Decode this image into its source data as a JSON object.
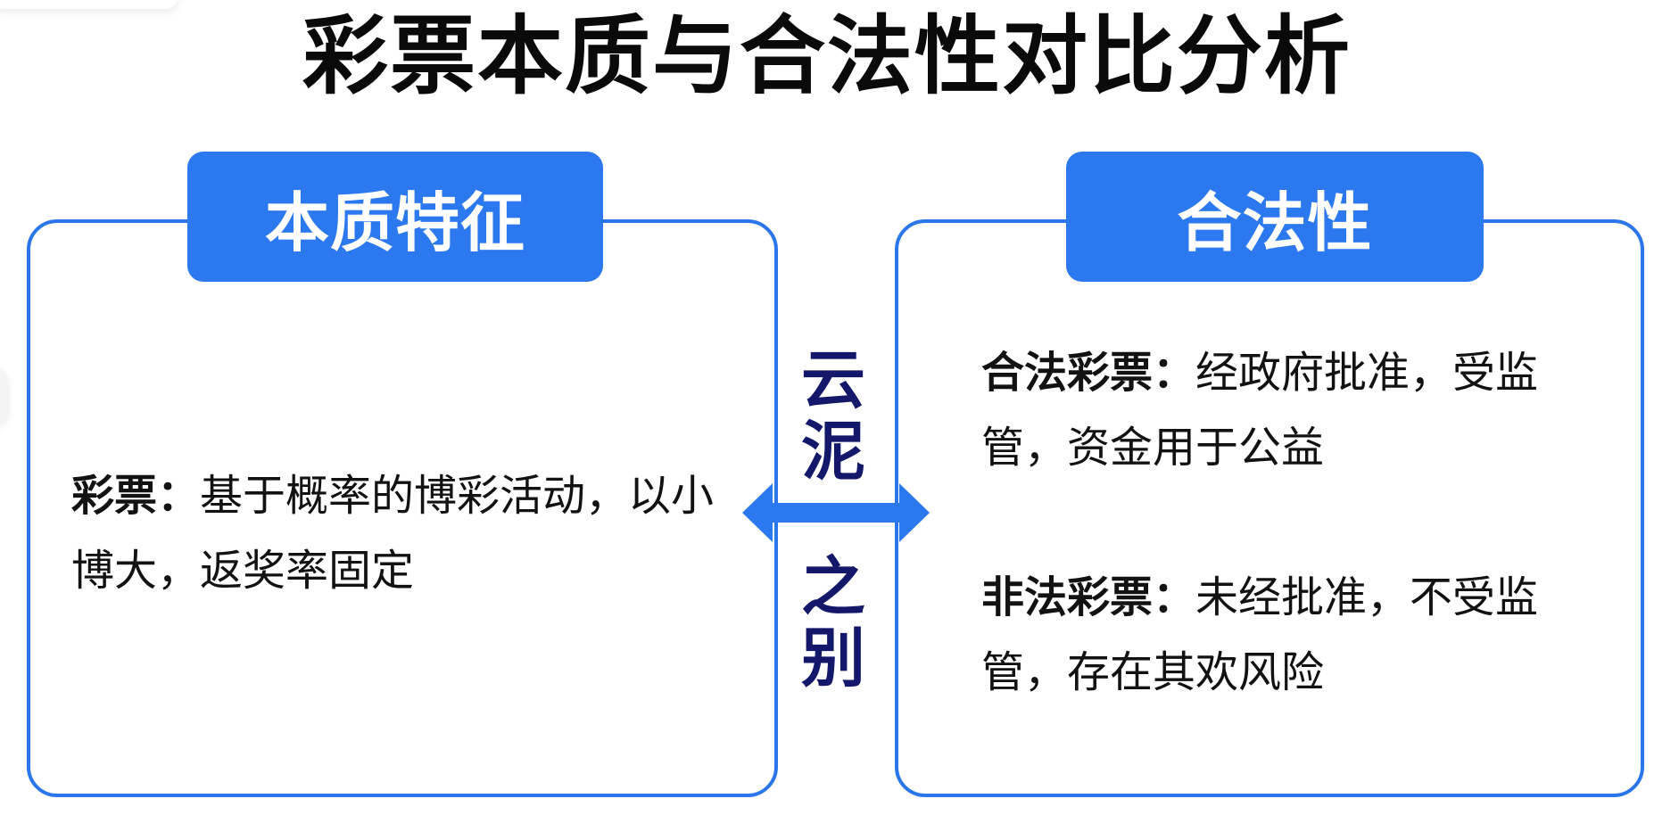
{
  "title": "彩票本质与合法性对比分析",
  "left_panel": {
    "header": "本质特征",
    "items": [
      {
        "label": "彩票：",
        "text": "基于概率的博彩活动，以小博大，返奖率固定"
      }
    ]
  },
  "right_panel": {
    "header": "合法性",
    "items": [
      {
        "label": "合法彩票：",
        "text": "经政府批准，受监管，资金用于公益"
      },
      {
        "label": "非法彩票：",
        "text": "未经批准，不受监管，存在其欢风险"
      }
    ]
  },
  "center": {
    "chars_top": [
      "云",
      "泥"
    ],
    "chars_bottom": [
      "之",
      "别"
    ],
    "arrow_icon": "double-arrow-icon"
  },
  "colors": {
    "accent_blue": "#2b78ef",
    "border_blue": "#2a76ea",
    "center_text_navy": "#13186b",
    "title_black": "#0a0a0a",
    "background": "#ffffff"
  }
}
